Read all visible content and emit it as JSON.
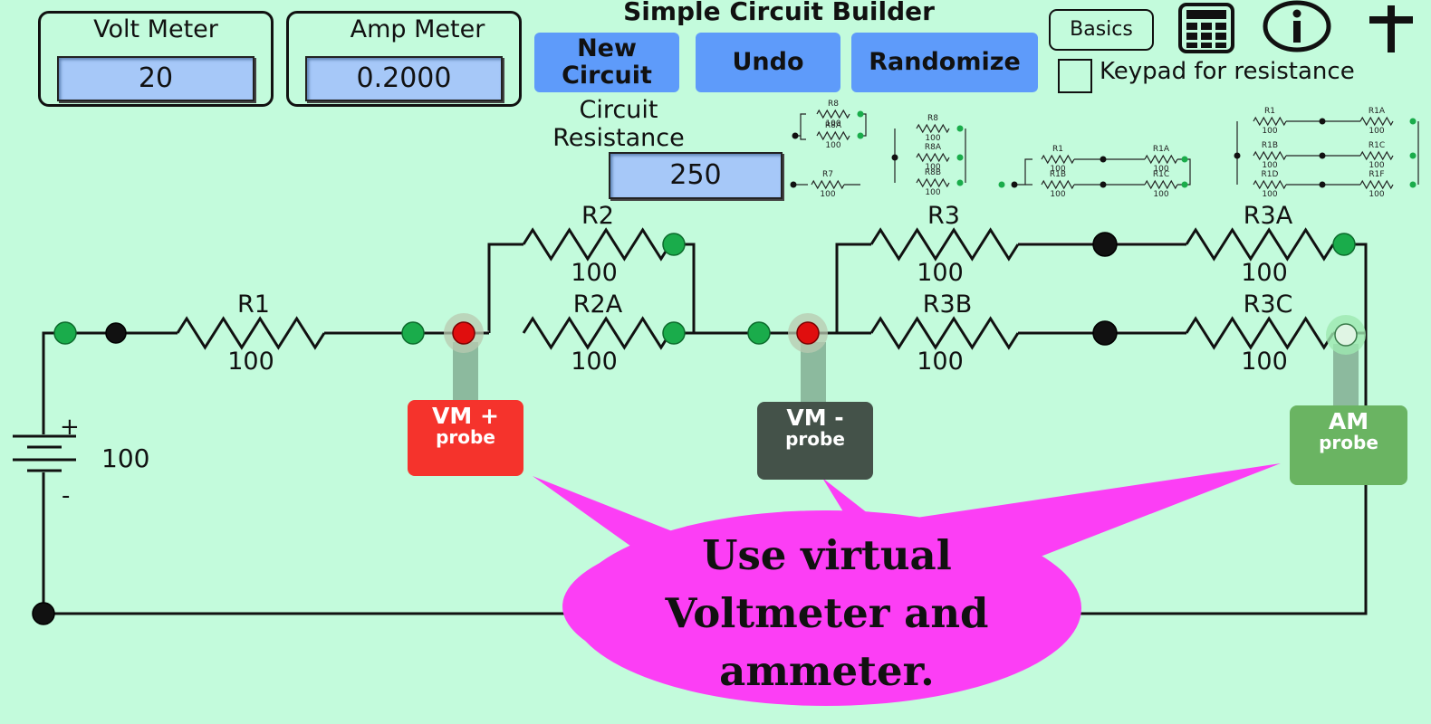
{
  "app": {
    "title": "Simple Circuit Builder"
  },
  "meters": {
    "volt": {
      "label": "Volt Meter",
      "value": "20"
    },
    "amp": {
      "label": "Amp Meter",
      "value": "0.2000"
    }
  },
  "toolbar": {
    "new_circuit": "New Circuit",
    "undo": "Undo",
    "randomize": "Randomize",
    "basics": "Basics",
    "keypad_label": "Keypad for resistance",
    "keypad_checked": false
  },
  "icons": {
    "calculator": "calculator-icon",
    "info": "info-icon",
    "add": "plus-icon"
  },
  "circuit_resistance": {
    "label": "Circuit Resistance",
    "value": "250"
  },
  "templates": [
    {
      "resistors": [
        {
          "name": "R8",
          "value": "100"
        },
        {
          "name": "R8A",
          "value": "100"
        }
      ]
    },
    {
      "resistors": [
        {
          "name": "R7",
          "value": "100"
        }
      ]
    },
    {
      "resistors": [
        {
          "name": "R8",
          "value": "100"
        },
        {
          "name": "R8A",
          "value": "100"
        },
        {
          "name": "R8B",
          "value": "100"
        }
      ]
    },
    {
      "resistors": [
        {
          "name": "R1",
          "value": "100"
        },
        {
          "name": "R1A",
          "value": "100"
        },
        {
          "name": "R1B",
          "value": "100"
        },
        {
          "name": "R1C",
          "value": "100"
        }
      ]
    },
    {
      "resistors": [
        {
          "name": "R1",
          "value": "100"
        },
        {
          "name": "R1A",
          "value": "100"
        },
        {
          "name": "R1B",
          "value": "100"
        },
        {
          "name": "R1C",
          "value": "100"
        },
        {
          "name": "R1D",
          "value": "100"
        },
        {
          "name": "R1F",
          "value": "100"
        }
      ]
    }
  ],
  "circuit": {
    "battery": {
      "value": "100",
      "plus": "+",
      "minus": "-"
    },
    "resistors": {
      "R1": {
        "name": "R1",
        "value": "100"
      },
      "R2": {
        "name": "R2",
        "value": "100"
      },
      "R2A": {
        "name": "R2A",
        "value": "100"
      },
      "R3": {
        "name": "R3",
        "value": "100"
      },
      "R3A": {
        "name": "R3A",
        "value": "100"
      },
      "R3B": {
        "name": "R3B",
        "value": "100"
      },
      "R3C": {
        "name": "R3C",
        "value": "100"
      }
    }
  },
  "probes": {
    "vm_plus": {
      "line1": "VM +",
      "line2": "probe",
      "color": "#f5332c"
    },
    "vm_minus": {
      "line1": "VM -",
      "line2": "probe",
      "color": "#445249"
    },
    "am": {
      "line1": "AM",
      "line2": "probe",
      "color": "#6ab462"
    }
  },
  "hint": {
    "line1": "Use virtual",
    "line2": "Voltmeter and ammeter.",
    "color": "#fc3ef5"
  },
  "colors": {
    "background": "#c3fbdc",
    "meter_field": "#a6c8f8",
    "button": "#5e9bfa",
    "node": "#1aac4b",
    "probe_tip": "#e00e0e"
  }
}
